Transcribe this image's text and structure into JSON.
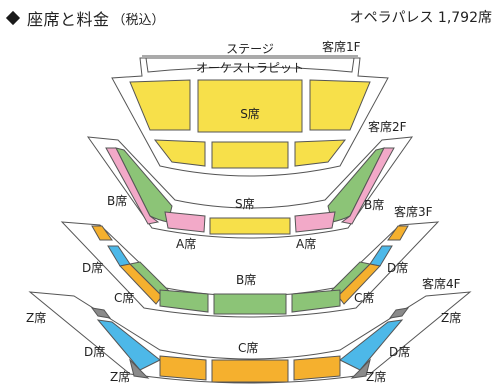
{
  "header": {
    "title": "座席と料金",
    "title_note": "（税込）",
    "venue": "オペラパレス 1,792席"
  },
  "labels": {
    "stage": "ステージ",
    "orchestra_pit": "オーケストラピット",
    "floor1": "客席1F",
    "floor2": "客席2F",
    "floor3": "客席3F",
    "floor4": "客席4F",
    "s": "S席",
    "a": "A席",
    "b": "B席",
    "c": "C席",
    "d": "D席",
    "z": "Z席"
  },
  "colors": {
    "S": "#f7e04a",
    "A": "#f2a9c8",
    "B": "#8cc477",
    "C": "#f5b02e",
    "D": "#4db8e8",
    "Z": "#8a8a8a",
    "outline": "#555555"
  }
}
